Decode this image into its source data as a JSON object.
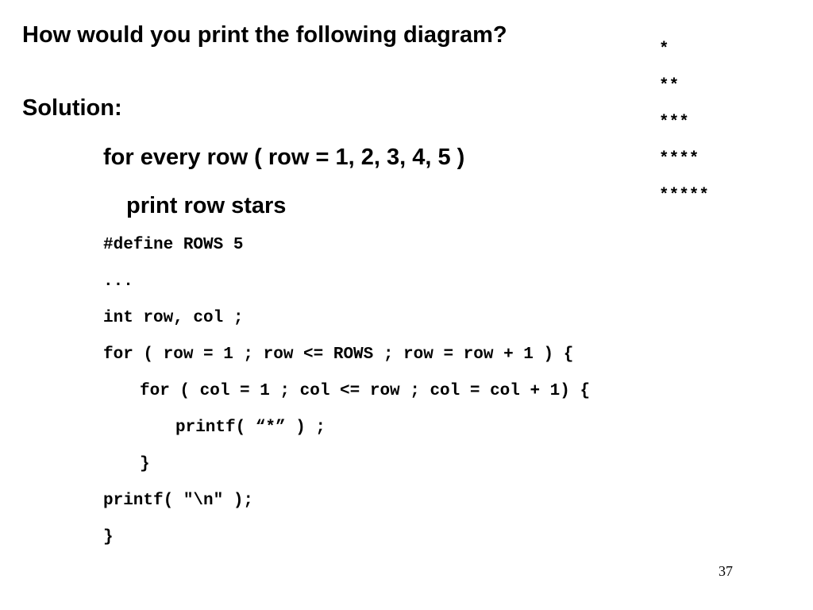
{
  "question": "How would you print the following diagram?",
  "solution_label": "Solution:",
  "pseudocode": {
    "line1": "for every row ( row = 1, 2, 3, 4, 5 )",
    "line2": "print row stars"
  },
  "diagram_rows": [
    "*",
    "**",
    "***",
    "****",
    "*****"
  ],
  "code_lines": [
    {
      "text": "#define ROWS 5",
      "indent": 0
    },
    {
      "text": "...",
      "indent": 0
    },
    {
      "text": "int row, col ;",
      "indent": 0
    },
    {
      "text": "for ( row = 1 ; row <= ROWS ; row = row + 1 ) {",
      "indent": 0
    },
    {
      "text": "for ( col = 1 ; col <= row ; col = col + 1) {",
      "indent": 1
    },
    {
      "text": "printf( “*” ) ;",
      "indent": 2
    },
    {
      "text": "}",
      "indent": 1
    },
    {
      "text": "printf( \"\\n\" );",
      "indent": 0
    },
    {
      "text": "}",
      "indent": 0
    }
  ],
  "page_number": "37"
}
